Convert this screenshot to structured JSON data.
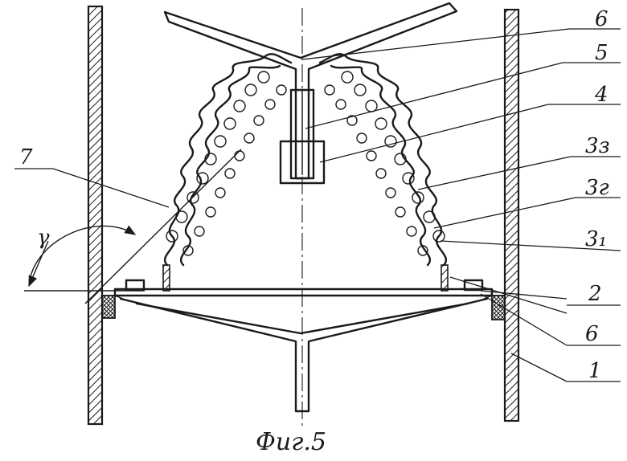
{
  "figure": {
    "caption": "Фиг.5",
    "angle_symbol": "γ",
    "labels": [
      "6",
      "5",
      "4",
      "3з",
      "3г",
      "3₁",
      "2",
      "6",
      "1",
      "7"
    ]
  }
}
